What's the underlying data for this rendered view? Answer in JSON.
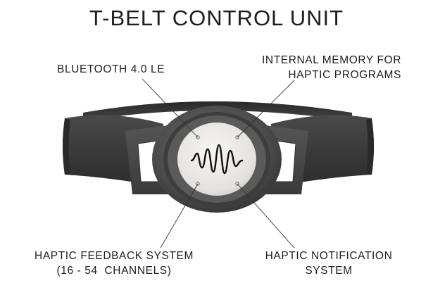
{
  "title": "T-BELT CONTROL UNIT",
  "callouts": {
    "bluetooth": {
      "lines": [
        "BLUETOOTH 4.0 LE"
      ]
    },
    "memory": {
      "lines": [
        "INTERNAL MEMORY FOR",
        "HAPTIC PROGRAMS"
      ]
    },
    "feedback": {
      "lines": [
        "HAPTIC FEEDBACK SYSTEM",
        "(16 - 54  CHANNELS)"
      ]
    },
    "notification": {
      "lines": [
        "HAPTIC NOTIFICATION",
        "SYSTEM"
      ]
    }
  },
  "colors": {
    "strap": "#3a3a3a",
    "housing": "#4a4a4a",
    "face": "#ecebe8",
    "waveform": "#111111",
    "leader": "#333333"
  },
  "icons": {
    "waveform": "sine-waveform-icon"
  }
}
